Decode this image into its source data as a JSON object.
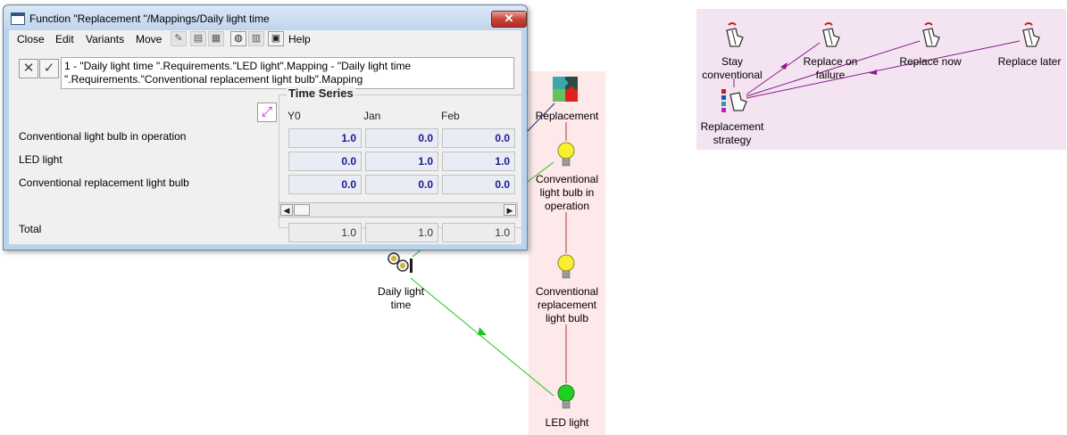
{
  "dialog": {
    "title": "Function \"Replacement \"/Mappings/Daily light time",
    "close_glyph": "✕",
    "menu": [
      "Close",
      "Edit",
      "Variants",
      "Move"
    ],
    "help_label": "Help",
    "toolbar_icons": [
      "edit-chart-icon",
      "graph-icon",
      "table-icon",
      "find-icon",
      "grid-icon",
      "clipboard-icon"
    ],
    "cancel_glyph": "✕",
    "accept_glyph": "✓",
    "formula_line1": "1 - \"Daily light time \".Requirements.\"LED light\".Mapping - \"Daily light time",
    "formula_line2": "\".Requirements.\"Conventional replacement light bulb\".Mapping",
    "time_series_label": "Time Series",
    "columns": [
      "Y0",
      "Jan",
      "Feb"
    ],
    "rows": [
      {
        "label": "Conventional light bulb in operation",
        "values": [
          "1.0",
          "0.0",
          "0.0"
        ]
      },
      {
        "label": "LED light",
        "values": [
          "0.0",
          "1.0",
          "1.0"
        ]
      },
      {
        "label": "Conventional replacement light bulb",
        "values": [
          "0.0",
          "0.0",
          "0.0"
        ]
      }
    ],
    "total_label": "Total",
    "total_values": [
      "1.0",
      "1.0",
      "1.0"
    ]
  },
  "diagram": {
    "nodes": {
      "replacement": "Replacement",
      "conv_operation_1": "Conventional",
      "conv_operation_2": "light bulb in",
      "conv_operation_3": "operation",
      "conv_replacement_1": "Conventional",
      "conv_replacement_2": "replacement",
      "conv_replacement_3": "light bulb",
      "led": "LED light",
      "daily_1": "Daily light",
      "daily_2": "time",
      "stay_1": "Stay",
      "stay_2": "conventional",
      "replace_failure_1": "Replace on",
      "replace_failure_2": "failure",
      "replace_now": "Replace now",
      "replace_later": "Replace later",
      "strategy_1": "Replacement",
      "strategy_2": "strategy"
    },
    "colors": {
      "pink_panel": "#fde8ea",
      "purple_panel": "#f4e4f2",
      "green_arrow": "#22c422",
      "red_link": "#c03030",
      "purple_arrow": "#8a1a8a",
      "blue_link": "#1c2b7a",
      "bulb_yellow": "#f7f032",
      "bulb_green": "#22d022"
    }
  }
}
